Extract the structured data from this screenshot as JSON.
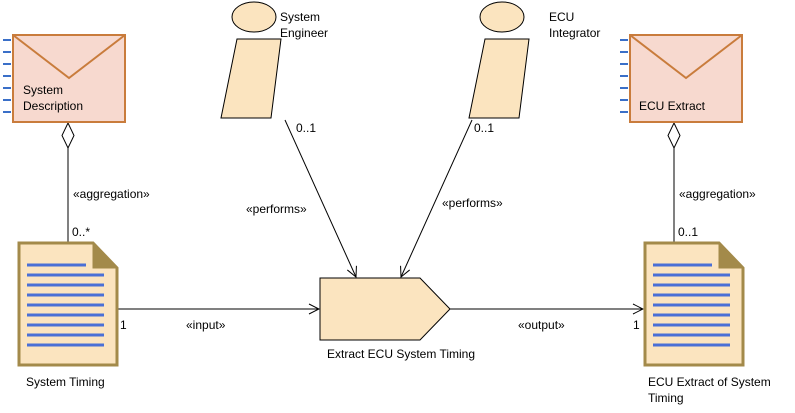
{
  "elements": {
    "system_description": {
      "line1": "System",
      "line2": "Description"
    },
    "ecu_extract": {
      "label": "ECU Extract"
    },
    "system_engineer": {
      "line1": "System",
      "line2": "Engineer"
    },
    "ecu_integrator": {
      "line1": "ECU",
      "line2": "Integrator"
    },
    "system_timing": {
      "label": "System Timing"
    },
    "task": {
      "label": "Extract ECU System Timing"
    },
    "ecu_extract_timing": {
      "line1": "ECU Extract of System",
      "line2": "Timing"
    }
  },
  "connectors": {
    "aggregation_left": {
      "stereotype": "«aggregation»",
      "multiplicity": "0..*"
    },
    "aggregation_right": {
      "stereotype": "«aggregation»",
      "multiplicity": "0..1"
    },
    "performs_left": {
      "stereotype": "«performs»",
      "multiplicity": "0..1"
    },
    "performs_right": {
      "stereotype": "«performs»",
      "multiplicity": "0..1"
    },
    "input": {
      "stereotype": "«input»",
      "multiplicity": "1"
    },
    "output": {
      "stereotype": "«output»",
      "multiplicity": "1"
    }
  },
  "colors": {
    "fill": "#fbe4bf",
    "envelope_fill": "#f7d9cf",
    "envelope_stroke": "#c97c3c",
    "doc_stroke": "#a38a4a",
    "doc_lines": "#4a6fd6",
    "dash": "#3a6fc8",
    "line": "#000000"
  },
  "icons": {
    "envelope": "work-product-envelope-icon",
    "document": "document-icon",
    "role": "role-figure-icon",
    "task": "task-pentagon-icon"
  }
}
